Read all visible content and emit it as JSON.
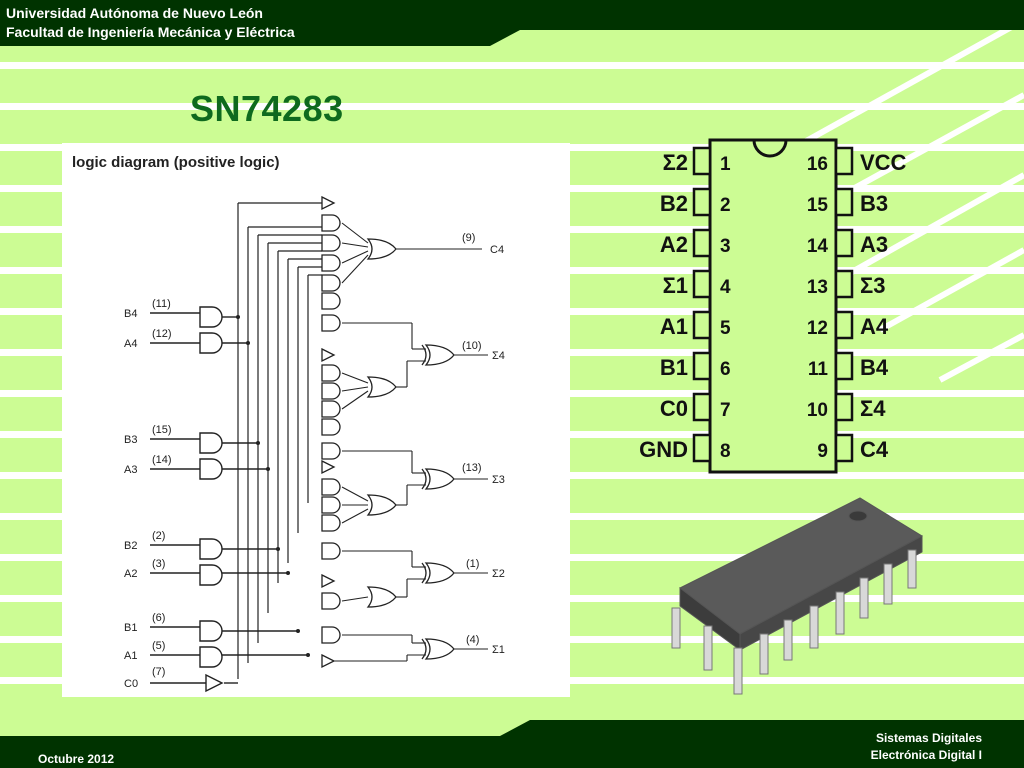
{
  "header": {
    "line1": "Universidad Autónoma de Nuevo León",
    "line2": "Facultad de Ingeniería Mecánica y Eléctrica"
  },
  "slide": {
    "title": "SN74283"
  },
  "logic_diagram": {
    "caption": "logic diagram (positive logic)",
    "inputs": [
      {
        "name": "B4",
        "pin": "(11)"
      },
      {
        "name": "A4",
        "pin": "(12)"
      },
      {
        "name": "B3",
        "pin": "(15)"
      },
      {
        "name": "A3",
        "pin": "(14)"
      },
      {
        "name": "B2",
        "pin": "(2)"
      },
      {
        "name": "A2",
        "pin": "(3)"
      },
      {
        "name": "B1",
        "pin": "(6)"
      },
      {
        "name": "A1",
        "pin": "(5)"
      },
      {
        "name": "C0",
        "pin": "(7)"
      }
    ],
    "outputs": [
      {
        "name": "C4",
        "pin": "(9)"
      },
      {
        "name": "Σ4",
        "pin": "(10)"
      },
      {
        "name": "Σ3",
        "pin": "(13)"
      },
      {
        "name": "Σ2",
        "pin": "(1)"
      },
      {
        "name": "Σ1",
        "pin": "(4)"
      }
    ]
  },
  "pinout": {
    "left": [
      {
        "label": "Σ2",
        "num": "1"
      },
      {
        "label": "B2",
        "num": "2"
      },
      {
        "label": "A2",
        "num": "3"
      },
      {
        "label": "Σ1",
        "num": "4"
      },
      {
        "label": "A1",
        "num": "5"
      },
      {
        "label": "B1",
        "num": "6"
      },
      {
        "label": "C0",
        "num": "7"
      },
      {
        "label": "GND",
        "num": "8"
      }
    ],
    "right": [
      {
        "label": "VCC",
        "num": "16"
      },
      {
        "label": "B3",
        "num": "15"
      },
      {
        "label": "A3",
        "num": "14"
      },
      {
        "label": "Σ3",
        "num": "13"
      },
      {
        "label": "A4",
        "num": "12"
      },
      {
        "label": "B4",
        "num": "11"
      },
      {
        "label": "Σ4",
        "num": "10"
      },
      {
        "label": "C4",
        "num": "9"
      }
    ]
  },
  "footer": {
    "date": "Octubre 2012",
    "course1": "Sistemas Digitales",
    "course2": "Electrónica Digital I"
  },
  "colors": {
    "background": "#ccfc94",
    "stripe": "#ffffff",
    "dark_green": "#003300",
    "title_green": "#0e6a1e"
  }
}
